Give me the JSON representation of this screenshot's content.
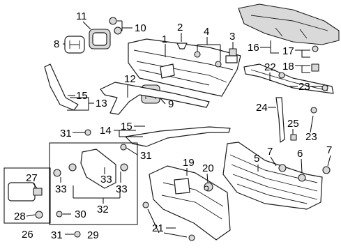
{
  "callouts": {
    "c1": "1",
    "c2": "2",
    "c3": "3",
    "c4": "4",
    "c5": "5",
    "c6": "6",
    "c7a": "7",
    "c7b": "7",
    "c8": "8",
    "c9": "9",
    "c10": "10",
    "c11": "11",
    "c12": "12",
    "c13": "13",
    "c14": "14",
    "c15a": "15",
    "c15b": "15",
    "c16": "16",
    "c17": "17",
    "c18": "18",
    "c19": "19",
    "c20": "20",
    "c21": "21",
    "c22": "22",
    "c23a": "23",
    "c23b": "23",
    "c24": "24",
    "c25": "25",
    "c26": "26",
    "c27": "27",
    "c28": "28",
    "c29": "29",
    "c30": "30",
    "c31a": "31",
    "c31b": "31",
    "c31c": "31",
    "c32": "32",
    "c33a": "33",
    "c33b": "33",
    "c33c": "33"
  }
}
